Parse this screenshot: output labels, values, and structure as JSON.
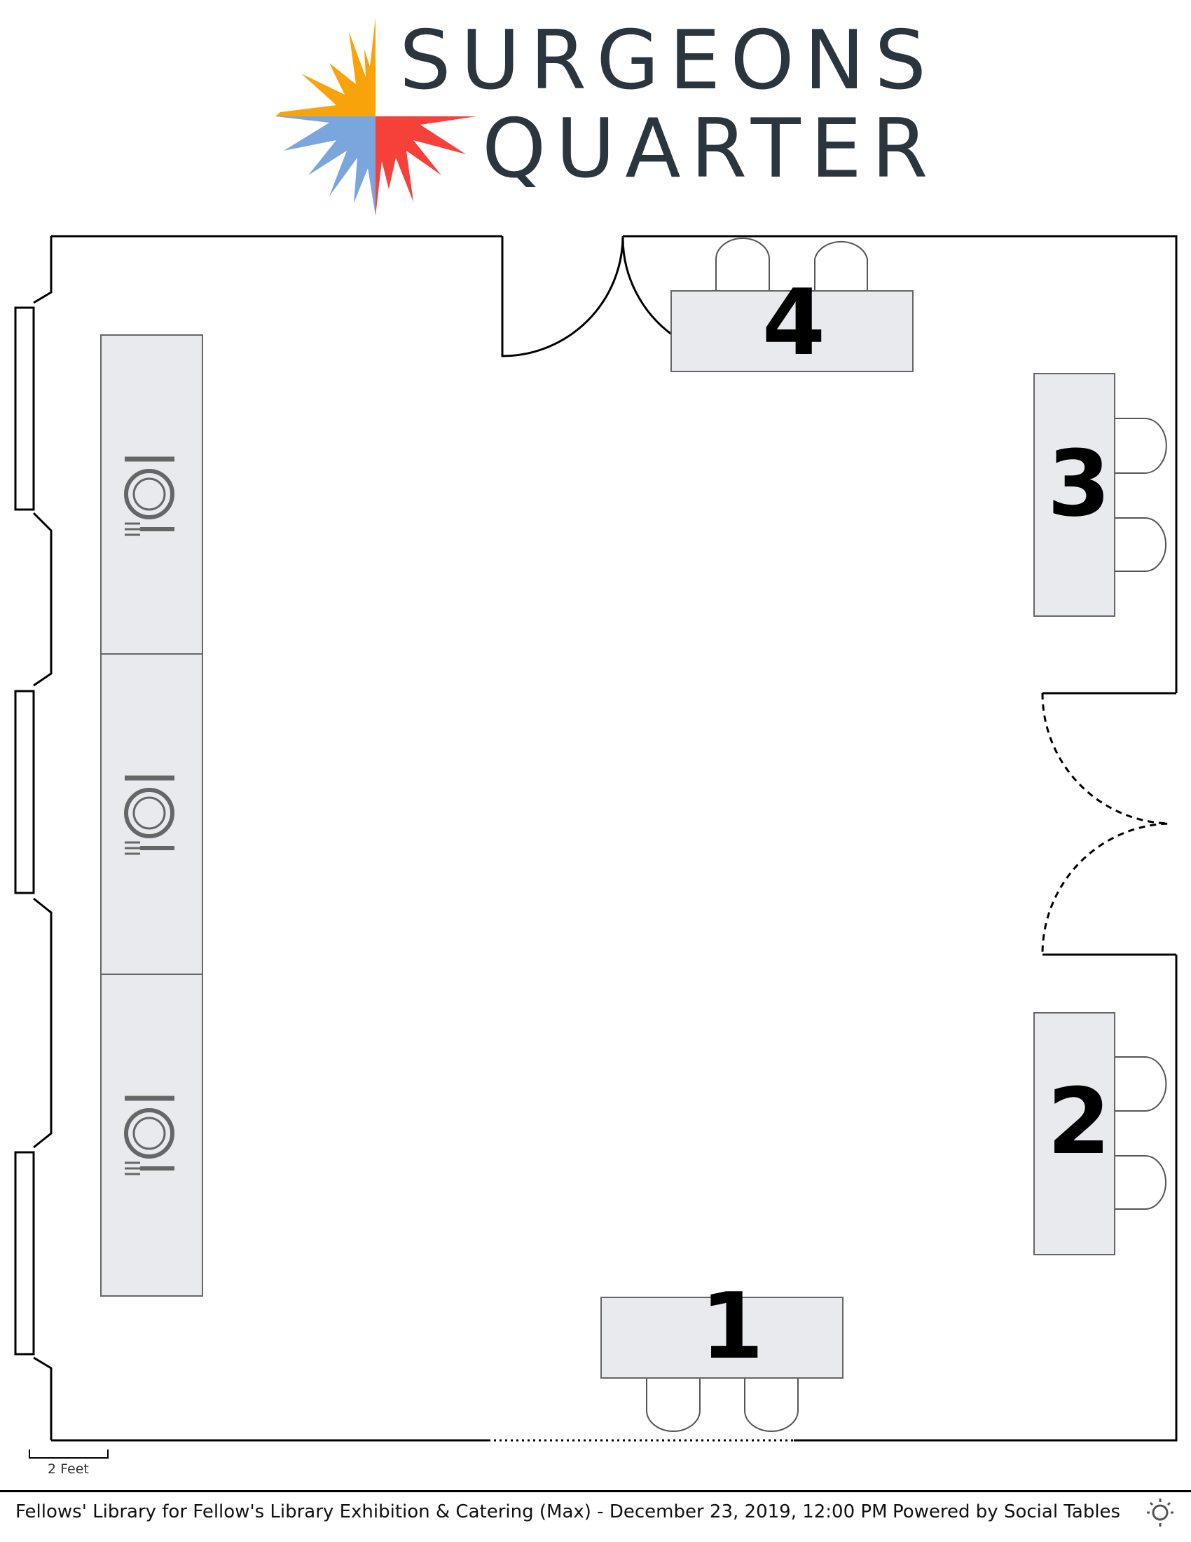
{
  "logo": {
    "line1": "SURGEONS",
    "line2": "QUARTER",
    "colors": {
      "orange": "#f9a30a",
      "blue": "#7ba6dd",
      "red": "#f5413a",
      "text": "#2a353d"
    }
  },
  "floorplan": {
    "tables": [
      {
        "number": "1",
        "chairs": 2
      },
      {
        "number": "2",
        "chairs": 2
      },
      {
        "number": "3",
        "chairs": 2
      },
      {
        "number": "4",
        "chairs": 2
      }
    ],
    "buffet_tables": 3,
    "table_fill": "#e8eaed"
  },
  "scale": {
    "label": "2 Feet"
  },
  "footer": {
    "event": "Fellows' Library for Fellow's Library Exhibition & Catering (Max) - December 23, 2019, 12:00 PM",
    "powered_by": "Powered by Social Tables"
  }
}
